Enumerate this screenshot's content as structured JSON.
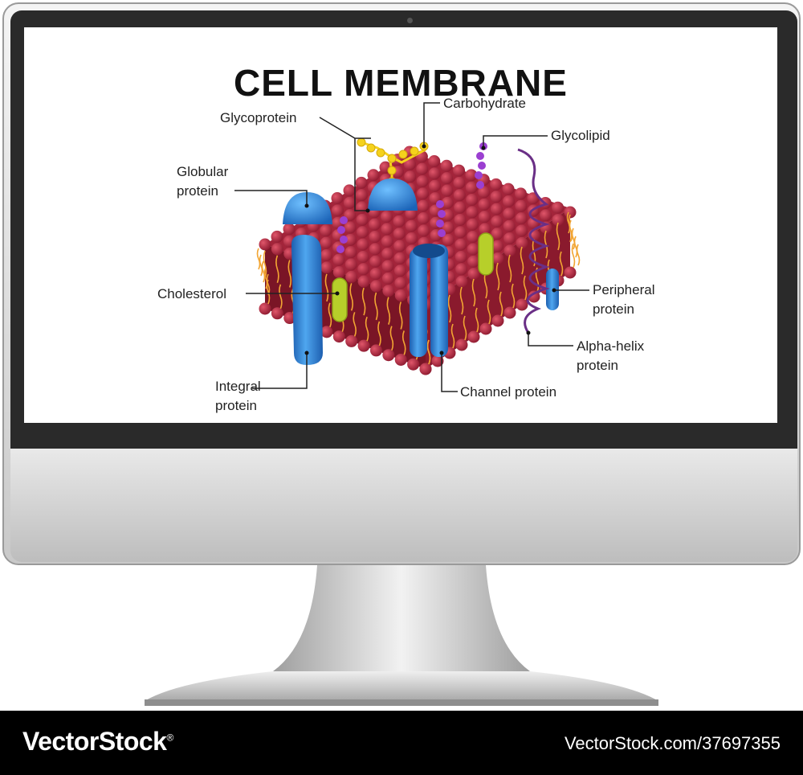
{
  "diagram": {
    "title": "CELL MEMBRANE",
    "labels": {
      "glycoprotein": "Glycoprotein",
      "carbohydrate": "Carbohydrate",
      "glycolipid": "Glycolipid",
      "globular_protein_1": "Globular",
      "globular_protein_2": "protein",
      "cholesterol": "Cholesterol",
      "peripheral_protein_1": "Peripheral",
      "peripheral_protein_2": "protein",
      "alpha_helix_1": "Alpha-helix",
      "alpha_helix_2": "protein",
      "integral_protein_1": "Integral",
      "integral_protein_2": "protein",
      "channel_protein": "Channel protein"
    },
    "colors": {
      "lipid_head": "#b5283f",
      "lipid_tail": "#f2a533",
      "protein": "#2f84d6",
      "cholesterol": "#b7cf2a",
      "carbohydrate": "#f5d21c",
      "glycolipid": "#9b3fd1",
      "alpha_helix": "#6a2f86"
    }
  },
  "footer": {
    "brand": "VectorStock",
    "brand_mark": "®",
    "image_id": "VectorStock.com/37697355"
  }
}
